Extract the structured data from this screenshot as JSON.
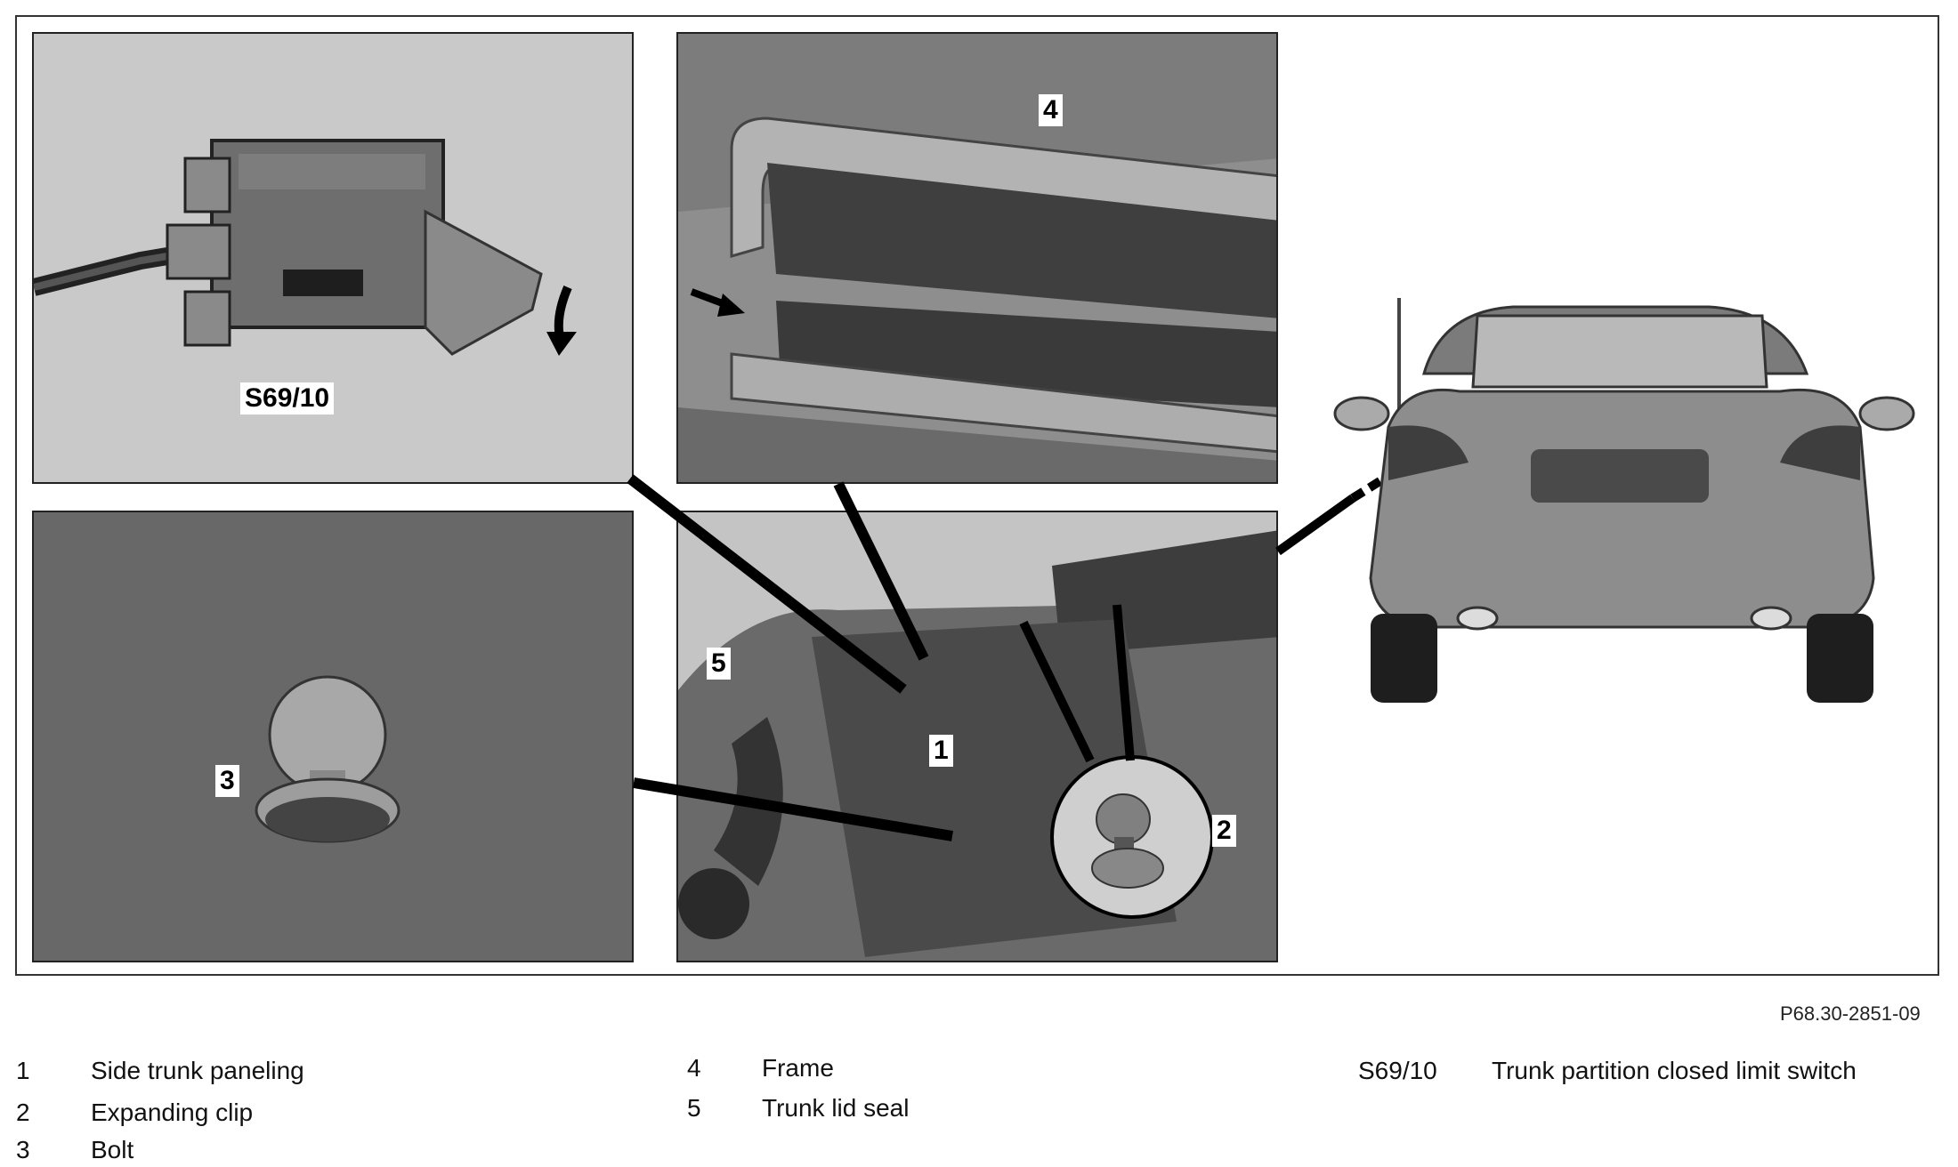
{
  "figure_code": "P68.30-2851-09",
  "callouts": {
    "s69": "S69/10",
    "c1": "1",
    "c2": "2",
    "c3": "3",
    "c4": "4",
    "c5": "5"
  },
  "legend": [
    {
      "num": "1",
      "text": "Side trunk paneling"
    },
    {
      "num": "2",
      "text": "Expanding clip"
    },
    {
      "num": "3",
      "text": "Bolt"
    },
    {
      "num": "4",
      "text": "Frame"
    },
    {
      "num": "5",
      "text": "Trunk lid seal"
    },
    {
      "num": "S69/10",
      "text": "Trunk partition closed limit switch"
    }
  ]
}
